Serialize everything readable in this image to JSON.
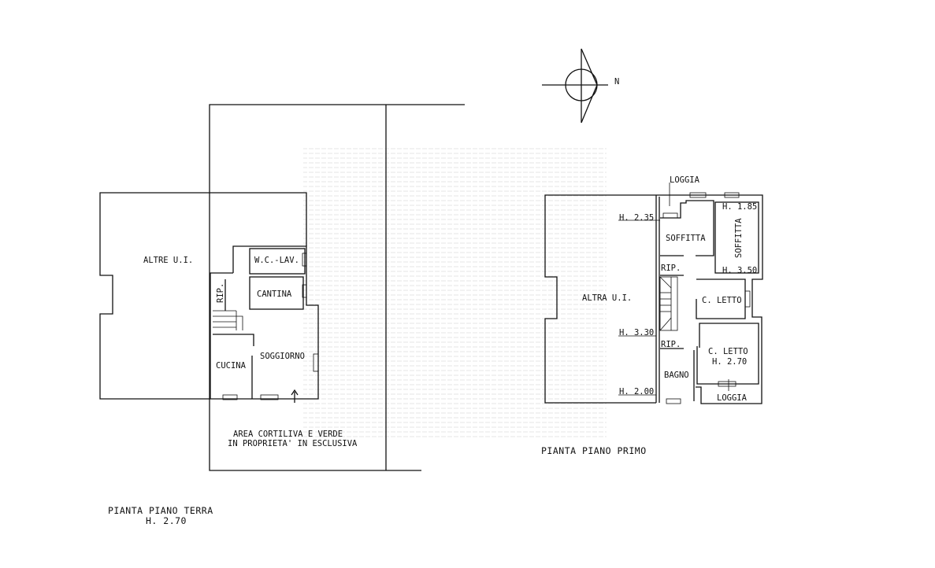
{
  "ground_floor": {
    "title": "PIANTA PIANO TERRA",
    "height": "H. 2.70",
    "rooms": {
      "others": "ALTRE U.I.",
      "wc": "W.C.-LAV.",
      "cantina": "CANTINA",
      "rip": "RIP.",
      "cucina": "CUCINA",
      "soggiorno": "SOGGIORNO"
    },
    "yard_line1": "AREA CORTILIVA E VERDE",
    "yard_line2": "IN PROPRIETA' IN ESCLUSIVA"
  },
  "first_floor": {
    "title": "PIANTA PIANO PRIMO",
    "rooms": {
      "loggia_top": "LOGGIA",
      "soffitta1": "SOFFITTA",
      "soffitta2": "SOFFITTA",
      "rip1": "RIP.",
      "other": "ALTRA U.I.",
      "letto1": "C. LETTO",
      "rip2": "RIP.",
      "letto2": "C. LETTO",
      "letto2_height": "H. 2.70",
      "bagno": "BAGNO",
      "loggia_bottom": "LOGGIA"
    },
    "heights": {
      "h235": "H. 2.35",
      "h185": "H. 1.85",
      "h350": "H. 3.50",
      "h330": "H. 3.30",
      "h200": "H. 2.00"
    }
  },
  "compass": {
    "north_label": "N"
  }
}
